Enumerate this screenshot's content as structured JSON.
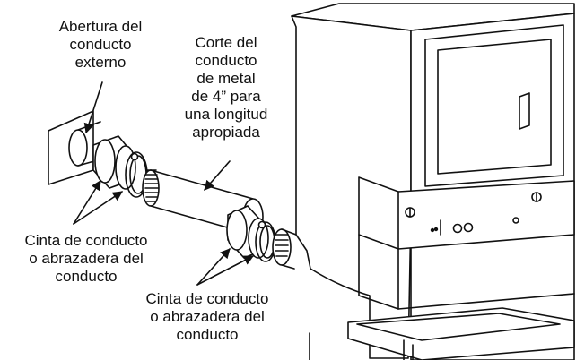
{
  "labels": {
    "vent_opening": [
      "Abertura del",
      "conducto",
      "externo"
    ],
    "duct_cut": [
      "Corte del",
      "conducto",
      "de metal",
      "de 4” para",
      "una longitud",
      "apropiada"
    ],
    "clamp_1": [
      "Cinta de conducto",
      "o abrazadera del",
      "conducto"
    ],
    "clamp_2": [
      "Cinta de conducto",
      "o abrazadera del",
      "conducto"
    ]
  }
}
